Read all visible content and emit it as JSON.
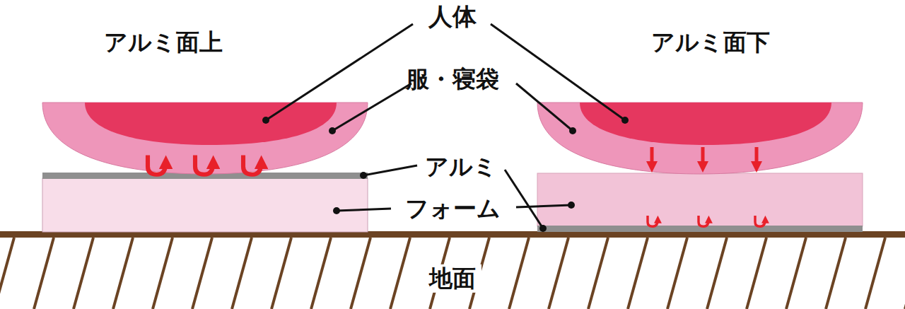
{
  "diagram": {
    "labels": [
      "アルミ面上",
      "アルミ面下",
      "人体",
      "服・寝袋",
      "アルミ",
      "フォーム",
      "地面"
    ]
  }
}
